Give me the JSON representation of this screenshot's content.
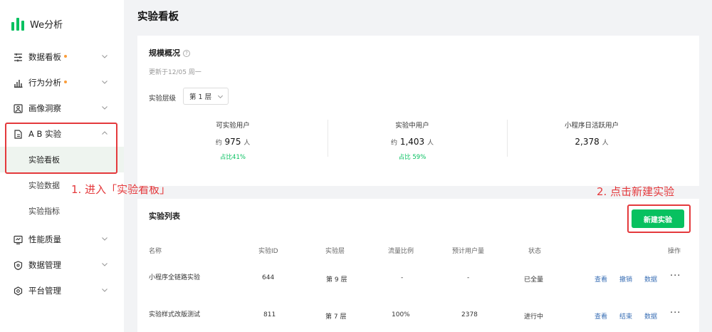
{
  "app": {
    "name": "We分析"
  },
  "sidebar": {
    "items": [
      {
        "label": "数据看板",
        "icon": "dashboard-icon",
        "dot": true
      },
      {
        "label": "行为分析",
        "icon": "bar-chart-icon",
        "dot": true
      },
      {
        "label": "画像洞察",
        "icon": "portrait-icon",
        "dot": false
      },
      {
        "label": "A B 实验",
        "icon": "document-icon",
        "dot": false
      },
      {
        "label": "性能质量",
        "icon": "monitor-icon",
        "dot": false
      },
      {
        "label": "数据管理",
        "icon": "shield-icon",
        "dot": false
      },
      {
        "label": "平台管理",
        "icon": "hexagon-gear-icon",
        "dot": false
      }
    ],
    "ab_sub": [
      "实验看板",
      "实验数据",
      "实验指标"
    ]
  },
  "annotations": {
    "step1": "1. 进入「实验看板」",
    "step2": "2. 点击新建实验"
  },
  "page": {
    "title": "实验看板"
  },
  "overview": {
    "title": "规模概况",
    "help_icon": "?",
    "updated": "更新于12/05 周一",
    "layer_label": "实验层级",
    "layer_value": "第 1 层",
    "stats": [
      {
        "label": "可实验用户",
        "prefix": "约",
        "value": "975",
        "unit": "人",
        "ratio": "占比41%"
      },
      {
        "label": "实验中用户",
        "prefix": "约",
        "value": "1,403",
        "unit": "人",
        "ratio": "占比 59%"
      },
      {
        "label": "小程序日活跃用户",
        "prefix": "",
        "value": "2,378",
        "unit": "人",
        "ratio": ""
      }
    ]
  },
  "list": {
    "title": "实验列表",
    "new_button": "新建实验",
    "columns": [
      "名称",
      "实验ID",
      "实验层",
      "流量比例",
      "预计用户量",
      "状态",
      "操作"
    ],
    "rows": [
      {
        "name": "小程序全链路实验",
        "id": "644",
        "layer": "第 9 层",
        "ratio": "-",
        "users": "-",
        "status": "已全量",
        "actions": [
          "查看",
          "撤销",
          "数据"
        ],
        "more": "···"
      },
      {
        "name": "实验样式改版测试",
        "id": "811",
        "layer": "第 7 层",
        "ratio": "100%",
        "users": "2378",
        "status": "进行中",
        "actions": [
          "查看",
          "结束",
          "数据"
        ],
        "more": "···"
      }
    ]
  },
  "colors": {
    "brand": "#07c160",
    "annotation": "#e4393c",
    "link": "#3a6fb5"
  }
}
